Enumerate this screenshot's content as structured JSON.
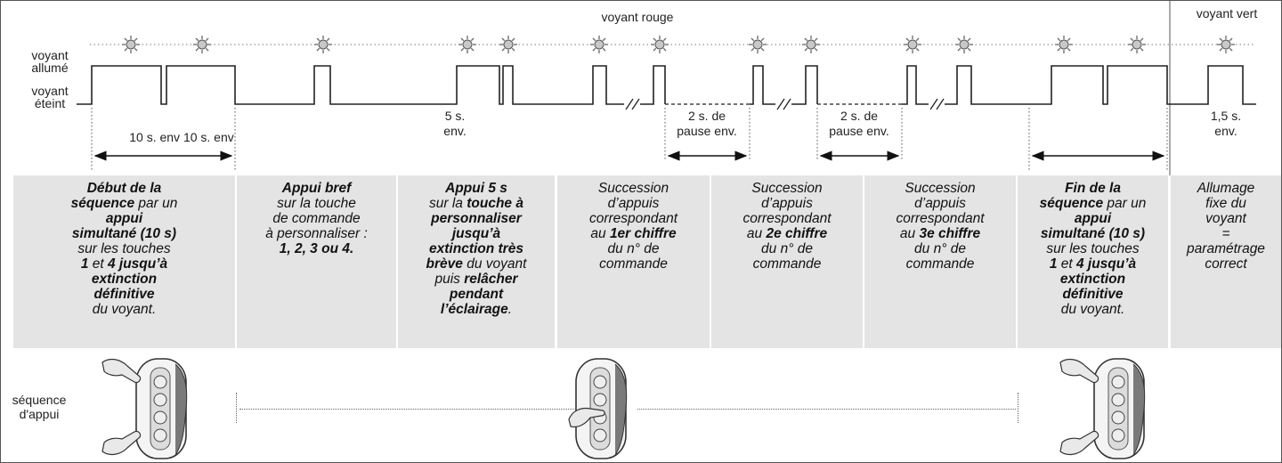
{
  "labels": {
    "voyant_rouge": "voyant rouge",
    "voyant_vert": "voyant vert",
    "voyant_allume": [
      "voyant",
      "allumé"
    ],
    "voyant_eteint": [
      "voyant",
      "éteint"
    ],
    "sequence_appui": [
      "séquence",
      "d'appui"
    ]
  },
  "timings": [
    {
      "id": "t10",
      "lines": [
        "10 s. env 10 s. env"
      ]
    },
    {
      "id": "t5",
      "lines": [
        "5 s.",
        "env."
      ]
    },
    {
      "id": "p1",
      "lines": [
        "2 s. de",
        "pause env."
      ]
    },
    {
      "id": "p2",
      "lines": [
        "2 s. de",
        "pause env."
      ]
    },
    {
      "id": "t15",
      "lines": [
        "1,5 s.",
        "env."
      ]
    }
  ],
  "steps": [
    {
      "id": "debut",
      "lines": [
        [
          {
            "t": "Début de la",
            "b": true
          }
        ],
        [
          {
            "t": "séquence",
            "b": true
          },
          {
            "t": " par un"
          }
        ],
        [
          {
            "t": "appui",
            "b": true
          }
        ],
        [
          {
            "t": "simultané (10 s)",
            "b": true
          }
        ],
        [
          {
            "t": "sur les touches"
          }
        ],
        [
          {
            "t": "1",
            "b": true
          },
          {
            "t": " et "
          },
          {
            "t": "4 jusqu’à",
            "b": true
          }
        ],
        [
          {
            "t": "extinction",
            "b": true
          }
        ],
        [
          {
            "t": "définitive",
            "b": true
          }
        ],
        [
          {
            "t": "du voyant."
          }
        ]
      ]
    },
    {
      "id": "bref",
      "lines": [
        [
          {
            "t": "Appui bref",
            "b": true
          }
        ],
        [
          {
            "t": "sur la touche"
          }
        ],
        [
          {
            "t": "de commande"
          }
        ],
        [
          {
            "t": "à personnaliser :"
          }
        ],
        [
          {
            "t": "1, 2, 3 ou 4.",
            "b": true
          }
        ]
      ]
    },
    {
      "id": "appui5",
      "lines": [
        [
          {
            "t": "Appui 5 s",
            "b": true
          }
        ],
        [
          {
            "t": "sur la "
          },
          {
            "t": "touche à",
            "b": true
          }
        ],
        [
          {
            "t": "personnaliser",
            "b": true
          }
        ],
        [
          {
            "t": "jusqu’à",
            "b": true
          }
        ],
        [
          {
            "t": "extinction très",
            "b": true
          }
        ],
        [
          {
            "t": "brève",
            "b": true
          },
          {
            "t": " du voyant"
          }
        ],
        [
          {
            "t": "puis "
          },
          {
            "t": "relâcher",
            "b": true
          }
        ],
        [
          {
            "t": "pendant",
            "b": true
          }
        ],
        [
          {
            "t": "l’éclairage",
            "b": true
          },
          {
            "t": "."
          }
        ]
      ]
    },
    {
      "id": "succ1",
      "lines": [
        [
          {
            "t": "Succession"
          }
        ],
        [
          {
            "t": "d’appuis"
          }
        ],
        [
          {
            "t": "correspondant"
          }
        ],
        [
          {
            "t": "au "
          },
          {
            "t": "1er chiffre",
            "b": true
          }
        ],
        [
          {
            "t": "du n° de"
          }
        ],
        [
          {
            "t": "commande"
          }
        ]
      ]
    },
    {
      "id": "succ2",
      "lines": [
        [
          {
            "t": "Succession"
          }
        ],
        [
          {
            "t": "d’appuis"
          }
        ],
        [
          {
            "t": "correspondant"
          }
        ],
        [
          {
            "t": "au "
          },
          {
            "t": "2e chiffre",
            "b": true
          }
        ],
        [
          {
            "t": "du n° de"
          }
        ],
        [
          {
            "t": "commande"
          }
        ]
      ]
    },
    {
      "id": "succ3",
      "lines": [
        [
          {
            "t": "Succession"
          }
        ],
        [
          {
            "t": "d’appuis"
          }
        ],
        [
          {
            "t": "correspondant"
          }
        ],
        [
          {
            "t": "au "
          },
          {
            "t": "3e chiffre",
            "b": true
          }
        ],
        [
          {
            "t": "du n° de"
          }
        ],
        [
          {
            "t": "commande"
          }
        ]
      ]
    },
    {
      "id": "fin",
      "lines": [
        [
          {
            "t": "Fin de la",
            "b": true
          }
        ],
        [
          {
            "t": "séquence",
            "b": true
          },
          {
            "t": " par un"
          }
        ],
        [
          {
            "t": "appui",
            "b": true
          }
        ],
        [
          {
            "t": "simultané (10 s)",
            "b": true
          }
        ],
        [
          {
            "t": "sur les touches"
          }
        ],
        [
          {
            "t": "1",
            "b": true
          },
          {
            "t": " et "
          },
          {
            "t": "4 jusqu’à",
            "b": true
          }
        ],
        [
          {
            "t": "extinction",
            "b": true
          }
        ],
        [
          {
            "t": "définitive",
            "b": true
          }
        ],
        [
          {
            "t": "du voyant."
          }
        ]
      ]
    },
    {
      "id": "allumage",
      "lines": [
        [
          {
            "t": "Allumage"
          }
        ],
        [
          {
            "t": "fixe du"
          }
        ],
        [
          {
            "t": "voyant"
          }
        ],
        [
          {
            "t": "="
          }
        ],
        [
          {
            "t": "paramétrage"
          }
        ],
        [
          {
            "t": "correct"
          }
        ]
      ]
    }
  ],
  "colors": {
    "panel": "#e4e4e4",
    "line": "#222222",
    "led": "#c8c8c8"
  }
}
